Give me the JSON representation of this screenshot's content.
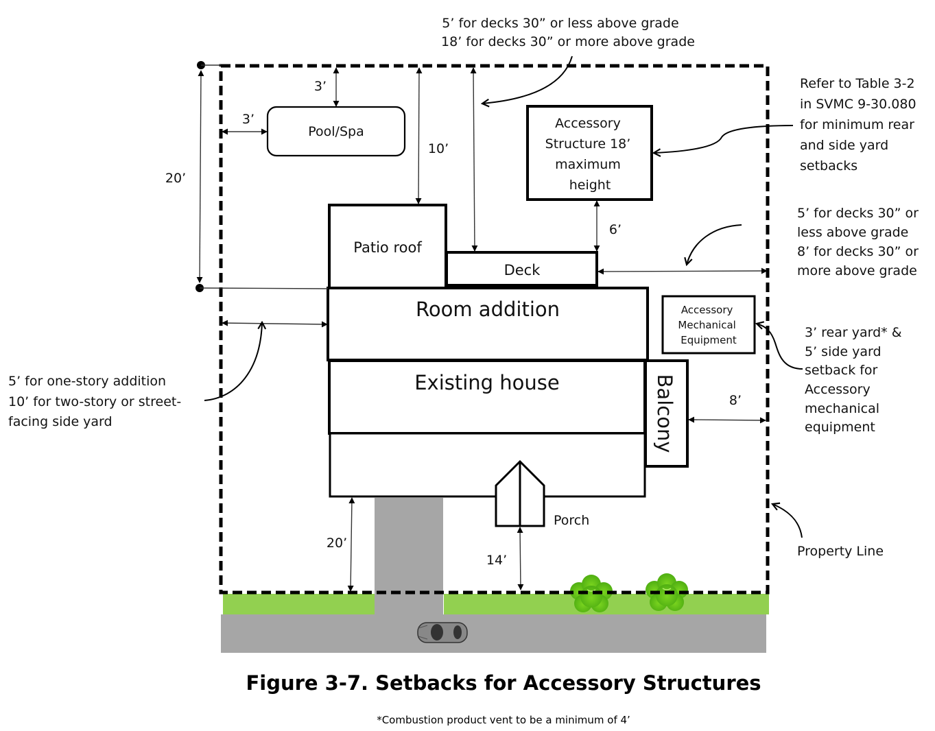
{
  "figure": {
    "title": "Figure 3-7. Setbacks for Accessory Structures",
    "footnote": "*Combustion product vent to be a minimum of 4’"
  },
  "colors": {
    "grass": "#92d050",
    "pavement": "#a6a6a6",
    "shrub": "#66c21a",
    "line": "#000000"
  },
  "structures": {
    "pool": "Pool/Spa",
    "accessory_structure": [
      "Accessory",
      "Structure  18’",
      "maximum",
      "height"
    ],
    "patio_roof": "Patio roof",
    "deck": "Deck",
    "room_addition": "Room addition",
    "existing_house": "Existing house",
    "balcony": "Balcony",
    "mechanical": [
      "Accessory",
      "Mechanical",
      "Equipment"
    ],
    "porch": "Porch"
  },
  "dimensions": {
    "pool_rear": "3’",
    "pool_side": "3’",
    "rear_20": "20’",
    "patio_roof_rear": "10’",
    "accessory_to_deck": "6’",
    "balcony_side": "8’",
    "front_20": "20’",
    "porch_front": "14’"
  },
  "callouts": {
    "deck_rear": [
      "5’ for decks 30” or less above grade",
      "18’ for decks 30” or more above grade"
    ],
    "table_ref": [
      "Refer to Table 3-2",
      "in SVMC 9-30.080",
      "for minimum rear",
      "and side yard",
      "setbacks"
    ],
    "deck_side": [
      "5’ for decks 30” or",
      "less above grade",
      "8’ for decks 30” or",
      "more above grade"
    ],
    "mechanical_setback": [
      "3’ rear yard* &",
      "5’ side yard",
      "setback for",
      "Accessory",
      "mechanical",
      "equipment"
    ],
    "addition_side": [
      "5’ for one-story addition",
      "10’ for two-story or street-",
      "facing side yard"
    ],
    "property_line": "Property Line"
  }
}
